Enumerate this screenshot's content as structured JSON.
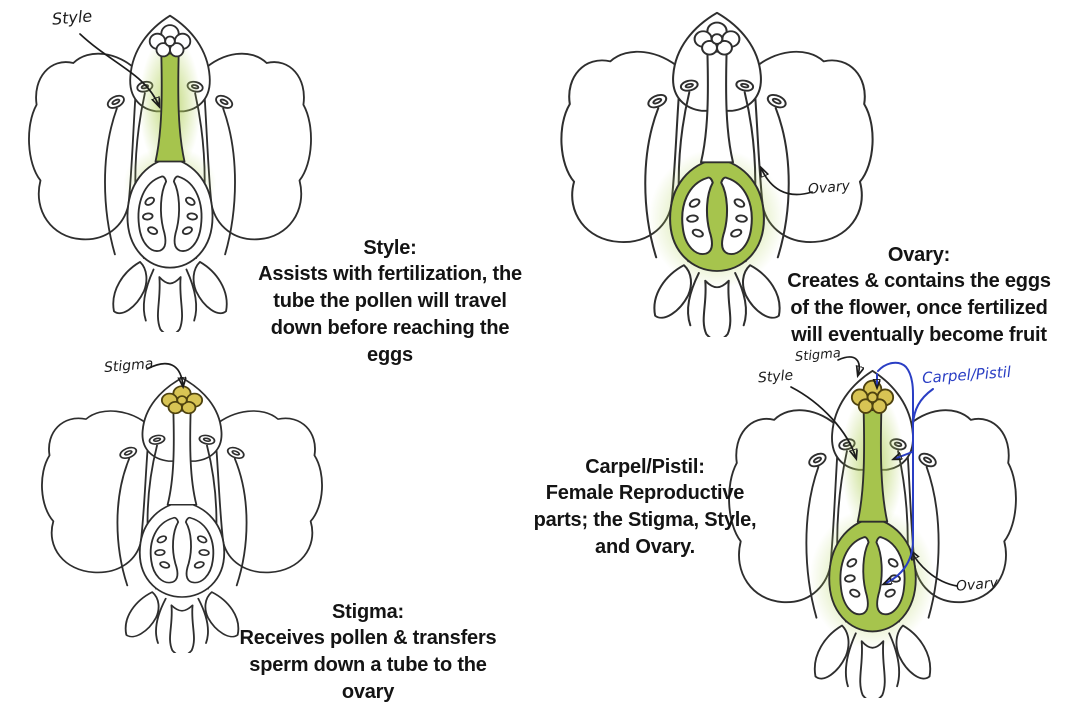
{
  "colors": {
    "highlight_green": "#a6c44d",
    "stigma_olive": "#d8c454",
    "annotation_blue": "#2a3ec4",
    "ink": "#2e2e2e",
    "text": "#141414"
  },
  "figures": {
    "style": {
      "highlight": "style",
      "caption": {
        "title": "Style:",
        "body": "Assists with fertilization, the\ntube the pollen will travel\ndown before reaching the\neggs"
      },
      "annotations": {
        "style": "Style"
      }
    },
    "ovary": {
      "highlight": "ovary",
      "caption": {
        "title": "Ovary:",
        "body": "Creates & contains the eggs\nof the flower, once fertilized\nwill eventually become fruit"
      },
      "annotations": {
        "ovary": "Ovary"
      }
    },
    "stigma": {
      "highlight": "stigma",
      "caption": {
        "title": "Stigma:",
        "body": "Receives pollen & transfers\nsperm down a tube to the\novary"
      },
      "annotations": {
        "stigma": "Stigma"
      }
    },
    "carpel": {
      "highlight": "all",
      "caption": {
        "title": "Carpel/Pistil:",
        "body": "Female Reproductive\nparts; the Stigma, Style,\nand Ovary."
      },
      "annotations": {
        "stigma": "Stigma",
        "style": "Style",
        "carpel": "Carpel/Pistil",
        "ovary": "Ovary"
      }
    }
  }
}
